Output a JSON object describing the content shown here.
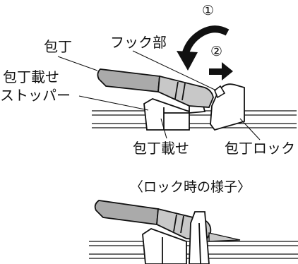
{
  "labels": {
    "knife": "包丁",
    "hook": "フック部",
    "step1": "①",
    "step2": "②",
    "knife_rest_stopper_line1": "包丁載せ",
    "knife_rest_stopper_line2": "ストッパー",
    "knife_rest": "包丁載せ",
    "knife_lock": "包丁ロック",
    "locked_caption": "〈ロック時の様子〉"
  },
  "colors": {
    "ink": "#111111",
    "blade_gray": "#c8c8c8",
    "handle_gray": "#aaaaaa",
    "background": "#ffffff"
  },
  "icons": {
    "rotate": "curved-arrow-left-icon",
    "push": "arrow-right-icon"
  }
}
